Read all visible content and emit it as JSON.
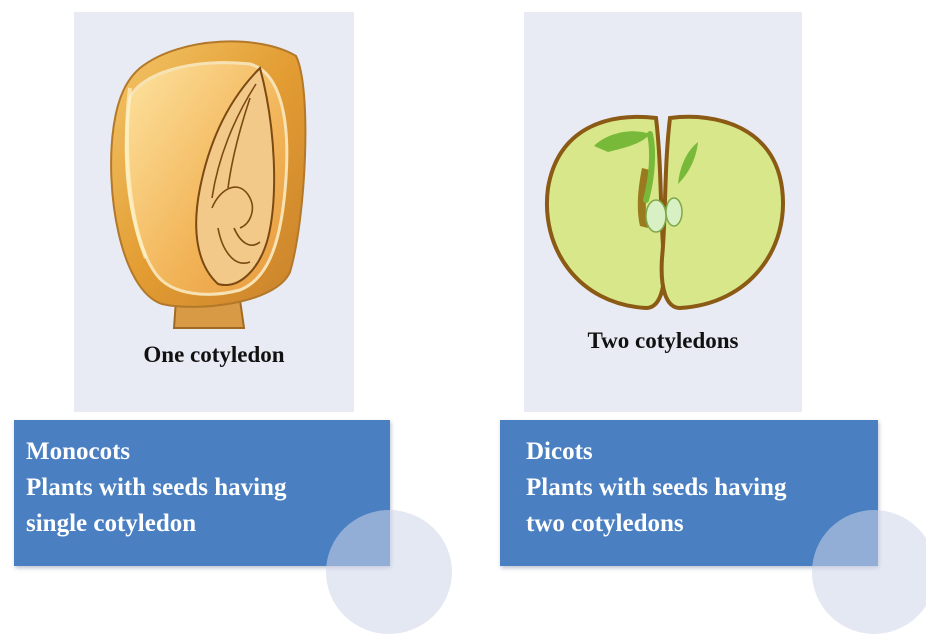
{
  "monocot": {
    "image_caption": "One cotyledon",
    "card": {
      "title": "Monocots",
      "line1": "Plants with seeds having",
      "line2": "single cotyledon"
    }
  },
  "dicot": {
    "image_caption": "Two cotyledons",
    "card": {
      "title": "Dicots",
      "line1": "Plants with seeds having",
      "line2": "two cotyledons"
    }
  },
  "colors": {
    "card_blue": "#4a7fc1",
    "panel_bg": "#e9ebf4",
    "monocot_seed": "#e9a93a",
    "dicot_seed": "#d7e78a",
    "dicot_outline": "#8b5a14"
  }
}
